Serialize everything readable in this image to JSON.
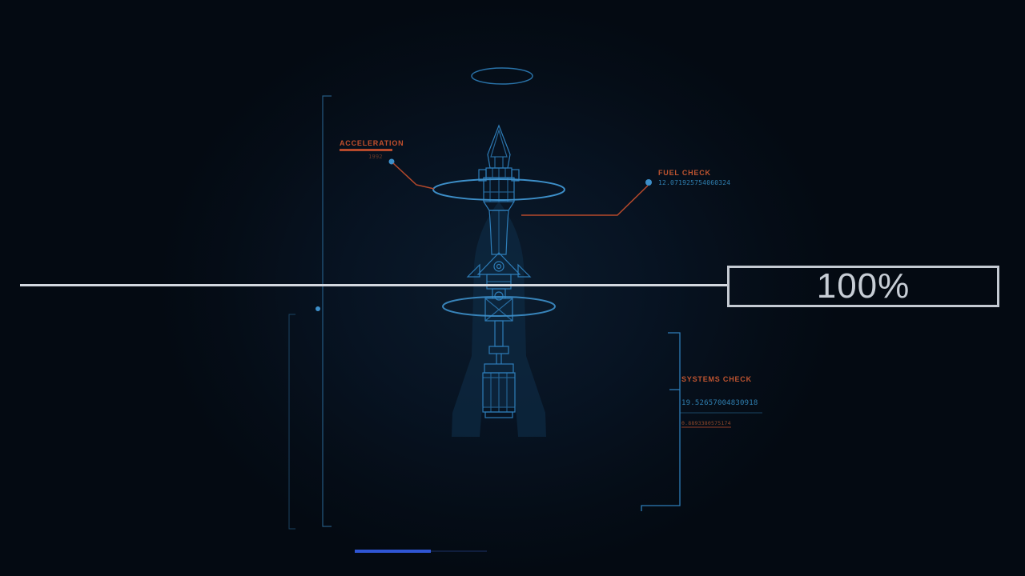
{
  "annotations": {
    "acceleration": {
      "label": "ACCELERATION",
      "value": "1992"
    },
    "fuel_check": {
      "label": "FUEL CHECK",
      "value": "12.071925754060324"
    },
    "systems_check": {
      "label": "SYSTEMS CHECK",
      "value": "19.52657004830918",
      "sub_value": "0.8893380575174"
    }
  },
  "progress": {
    "percent": "100%"
  },
  "colors": {
    "background": "#050d17",
    "accent_orange": "#b5492b",
    "accent_blue": "#2f7fb0",
    "bright_blue": "#3d8fc9",
    "progress_white": "#c7cdd5",
    "loader_blue": "#2f55d4"
  }
}
